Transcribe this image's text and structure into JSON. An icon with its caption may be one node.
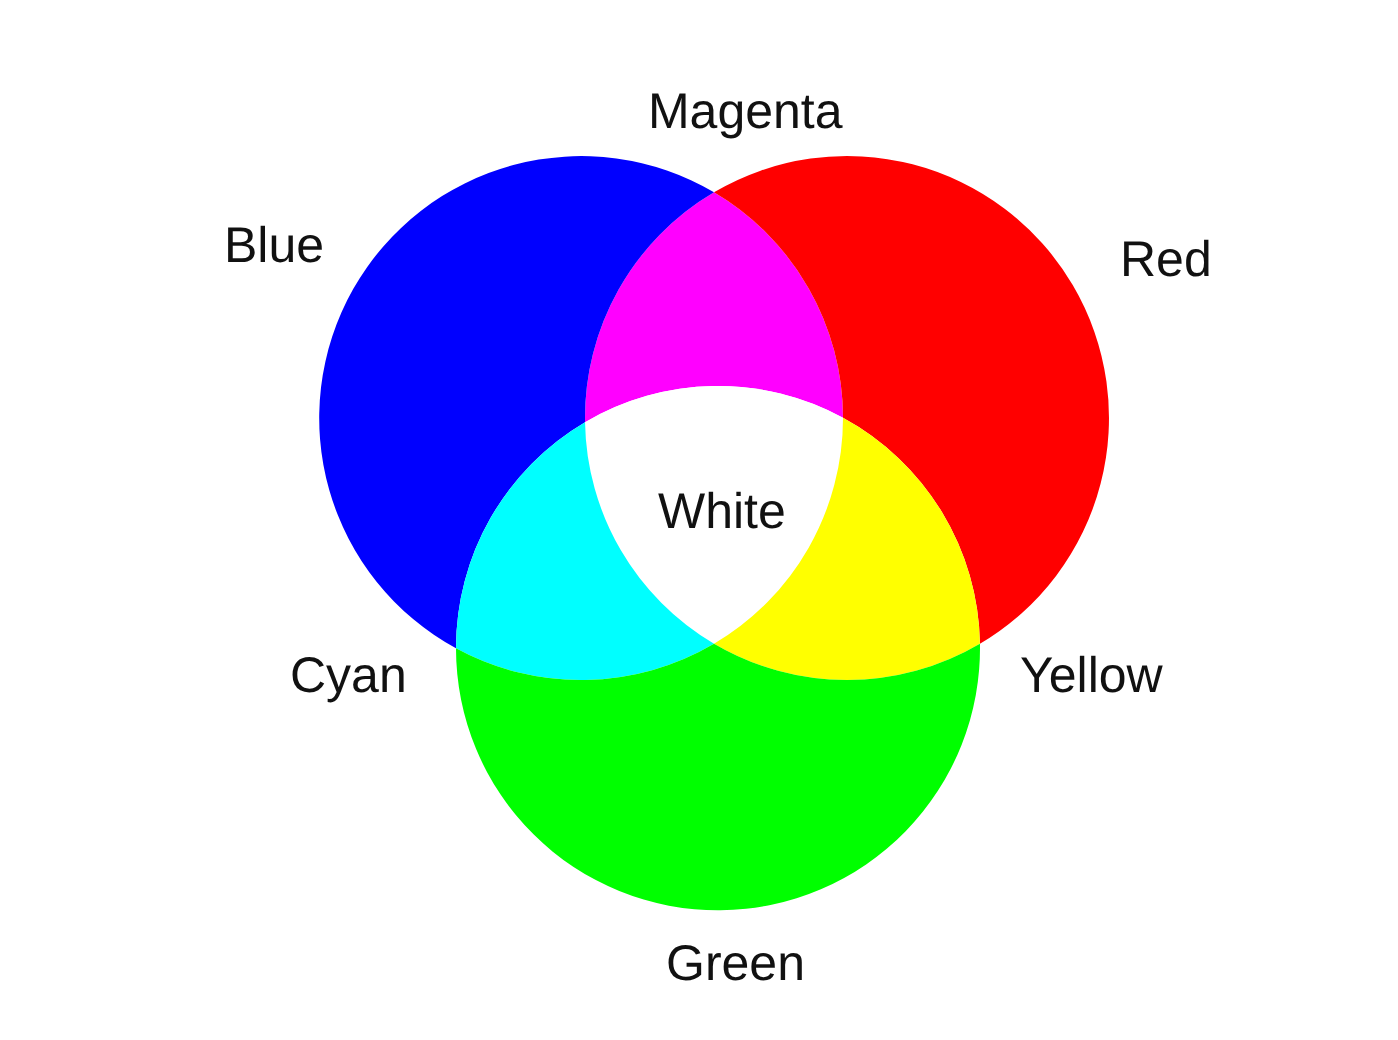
{
  "diagram": {
    "nodes": [
      {
        "text": [
          "Magenta"
        ]
      },
      {
        "text": [
          "Blue"
        ]
      },
      {
        "text": [
          "Red"
        ]
      },
      {
        "text": [
          "White"
        ]
      },
      {
        "text": [
          "Cyan"
        ]
      },
      {
        "text": [
          "Yellow"
        ]
      },
      {
        "text": [
          "Green"
        ]
      }
    ]
  }
}
